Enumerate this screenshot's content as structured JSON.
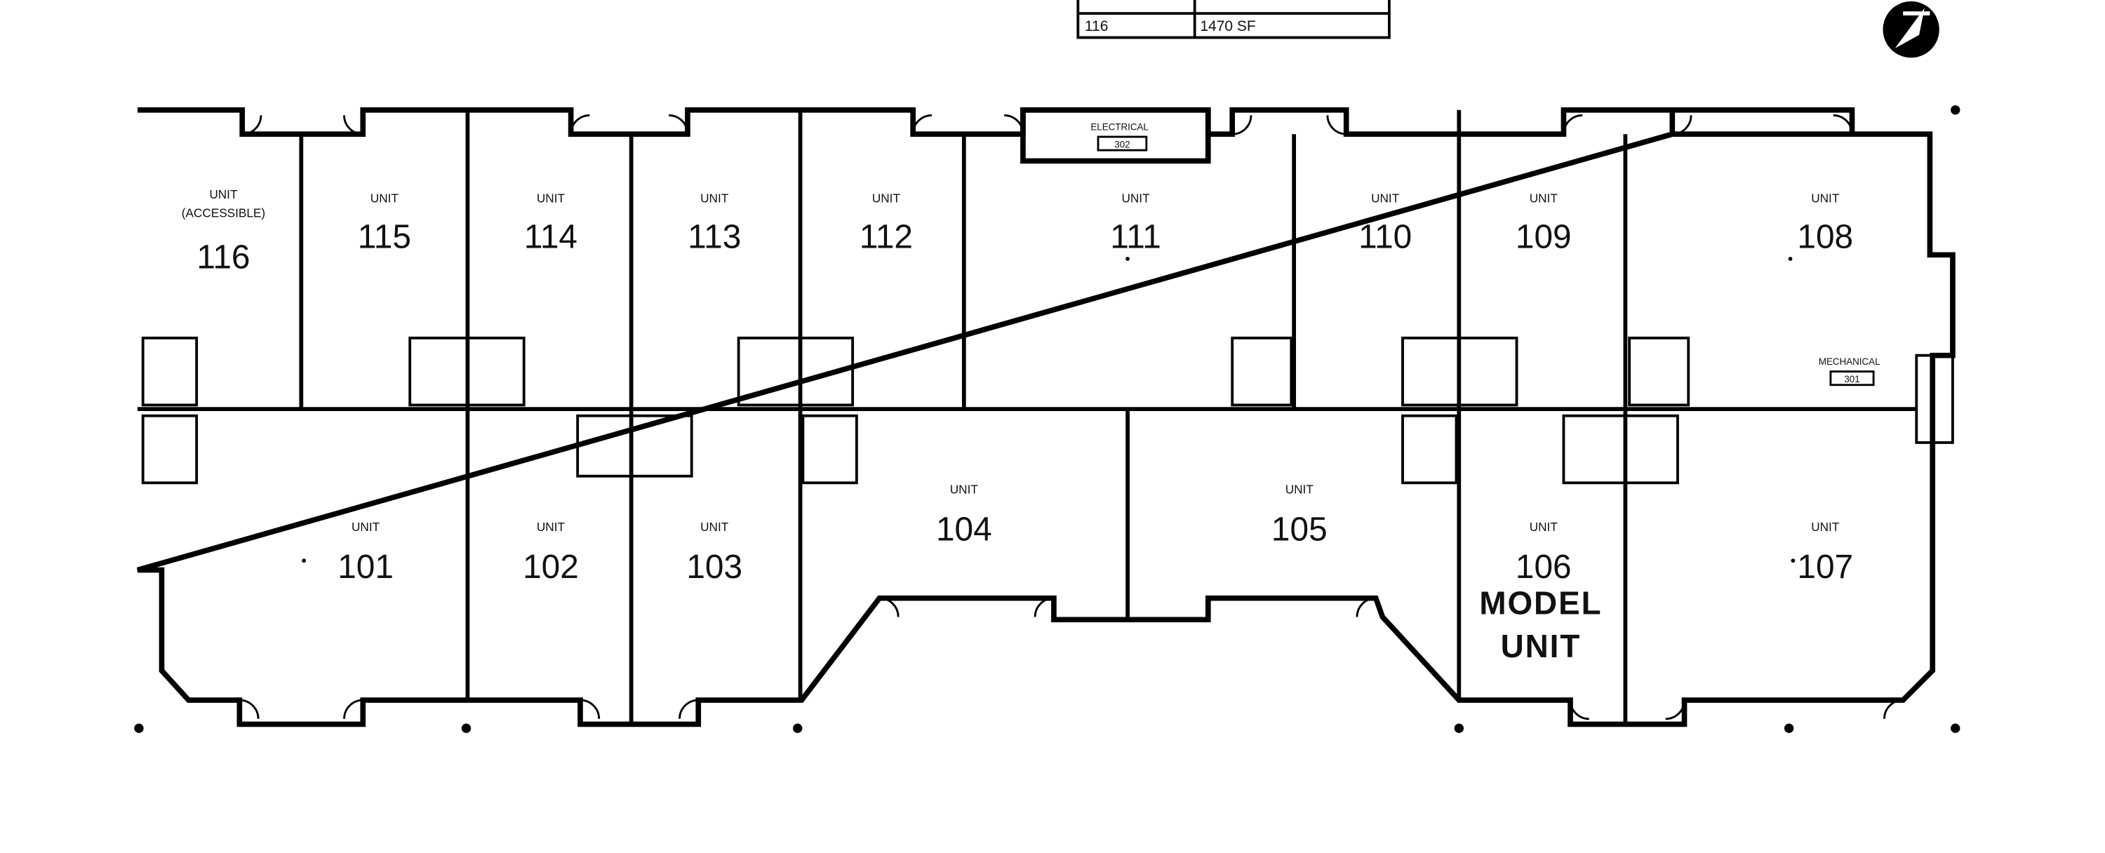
{
  "legend_table": {
    "rows": [
      {
        "unit": "116",
        "area": "1470 SF"
      }
    ]
  },
  "units": {
    "u116": {
      "label": "UNIT",
      "note": "(ACCESSIBLE)",
      "number": "116"
    },
    "u115": {
      "label": "UNIT",
      "number": "115"
    },
    "u114": {
      "label": "UNIT",
      "number": "114"
    },
    "u113": {
      "label": "UNIT",
      "number": "113"
    },
    "u112": {
      "label": "UNIT",
      "number": "112"
    },
    "u111": {
      "label": "UNIT",
      "number": "111"
    },
    "u110": {
      "label": "UNIT",
      "number": "110"
    },
    "u109": {
      "label": "UNIT",
      "number": "109"
    },
    "u108": {
      "label": "UNIT",
      "number": "108"
    },
    "u101": {
      "label": "UNIT",
      "number": "101"
    },
    "u102": {
      "label": "UNIT",
      "number": "102"
    },
    "u103": {
      "label": "UNIT",
      "number": "103"
    },
    "u104": {
      "label": "UNIT",
      "number": "104"
    },
    "u105": {
      "label": "UNIT",
      "number": "105"
    },
    "u106": {
      "label": "UNIT",
      "number": "106",
      "tag_line1": "MODEL",
      "tag_line2": "UNIT"
    },
    "u107": {
      "label": "UNIT",
      "number": "107"
    }
  },
  "service_rooms": {
    "electrical": {
      "label": "ELECTRICAL",
      "number": "302"
    },
    "mechanical": {
      "label": "MECHANICAL",
      "number": "301"
    }
  },
  "icons": {
    "north_arrow": "north-arrow-icon"
  }
}
